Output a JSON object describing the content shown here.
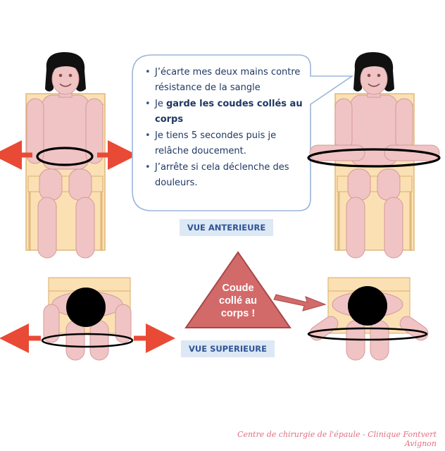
{
  "bubble": {
    "items": [
      {
        "pre": "J’écarte mes deux mains contre résistance de la sangle",
        "bold": "",
        "post": ""
      },
      {
        "pre": "Je ",
        "bold": "garde les coudes collés au corps",
        "post": ""
      },
      {
        "pre": "Je tiens 5 secondes puis je relâche doucement.",
        "bold": "",
        "post": ""
      },
      {
        "pre": "J’arrête si cela déclenche des douleurs.",
        "bold": "",
        "post": ""
      }
    ]
  },
  "labels": {
    "front_view": "VUE ANTERIEURE",
    "top_view": "VUE SUPERIEURE"
  },
  "warning": {
    "line1": "Coude",
    "line2": "collé au",
    "line3": "corps !"
  },
  "footer": "Centre de chirurgie de l'épaule - Clinique Fontvert Avignon",
  "colors": {
    "skin": "#f0c4c4",
    "skin_stroke": "#d49a9a",
    "chair": "#fbe0b4",
    "chair_stroke": "#e0b87a",
    "arrow_red": "#e94a35",
    "triangle": "#d36a6a",
    "text_blue": "#1f3864"
  }
}
